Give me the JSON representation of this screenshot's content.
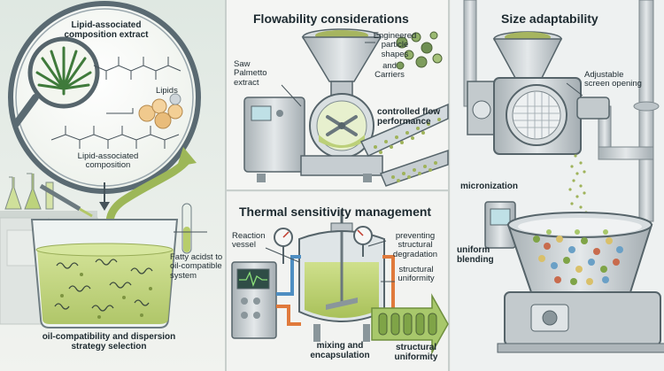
{
  "panel_left": {
    "magnifier_title": "Lipid-associated composition extract",
    "label_lipids": "Lipids",
    "label_lipid_assoc": "Lipid-associated composition",
    "label_fatty": "Fatty acidst to oil-compatible system",
    "caption": "oil-compatibility and dispersion strategy selection"
  },
  "panel_flow": {
    "title": "Flowability considerations",
    "label_engineered": "Engineered particle shapes",
    "label_and_carriers": "and Carriers",
    "label_saw": "Saw Palmetto extract",
    "label_controlled": "controlled flow performance"
  },
  "panel_thermal": {
    "title": "Thermal sensitivity management",
    "label_reaction": "Reaction vessel",
    "label_preventing": "preventing structural degradation",
    "label_struct_unif": "structural uniformity",
    "caption_mixing": "mixing and encapsulation",
    "caption_struct": "structural uniformity"
  },
  "panel_size": {
    "title": "Size adaptability",
    "label_screen": "Adjustable screen opening",
    "label_micron": "micronization",
    "label_blending": "uniform blending"
  },
  "colors": {
    "background": "#e9ecea",
    "liquid_green": "#b7cd6a",
    "powder_green": "#9fb35a",
    "steel": "#c3cacd",
    "outline": "#47545a",
    "arrow_green": "#a8c86b"
  }
}
